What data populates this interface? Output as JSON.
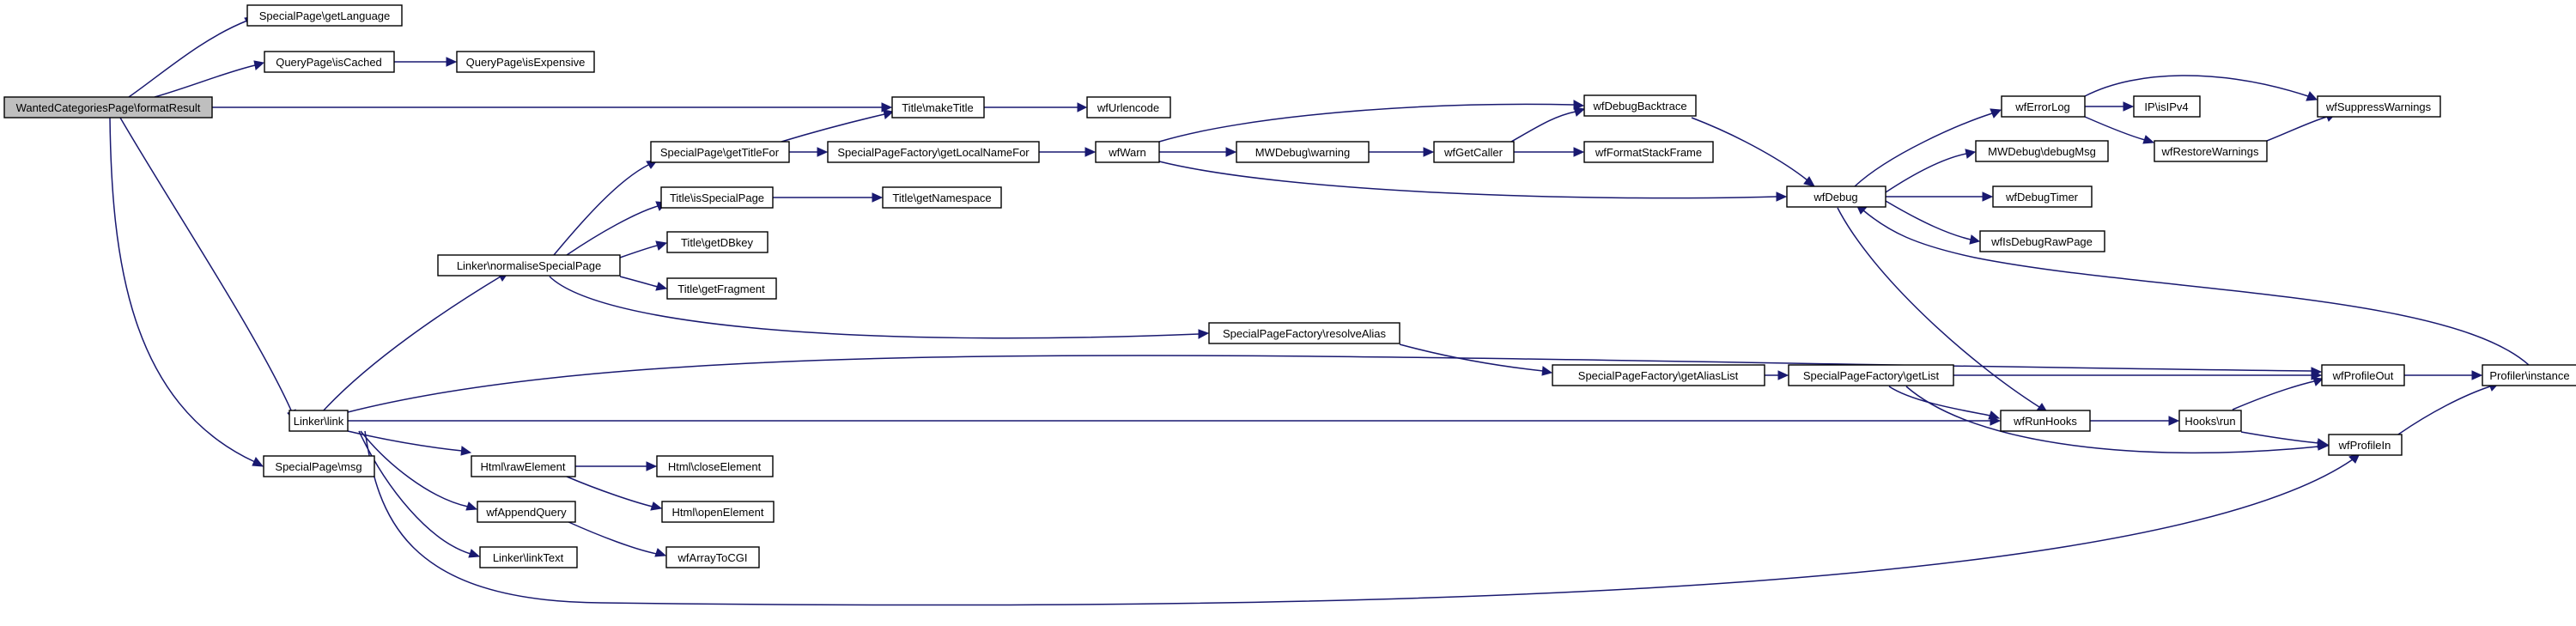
{
  "graph": {
    "colors": {
      "edge": "#191970",
      "node_border": "#000000",
      "node_fill": "#ffffff",
      "root_fill": "#bfbfbf"
    },
    "nodes": {
      "root": "WantedCategoriesPage\\formatResult",
      "sp_getLanguage": "SpecialPage\\getLanguage",
      "qp_isCached": "QueryPage\\isCached",
      "qp_isExpensive": "QueryPage\\isExpensive",
      "title_makeTitle": "Title\\makeTitle",
      "wfUrlencode": "wfUrlencode",
      "linker_link": "Linker\\link",
      "sp_msg": "SpecialPage\\msg",
      "linker_normalise": "Linker\\normaliseSpecialPage",
      "sp_getTitleFor": "SpecialPage\\getTitleFor",
      "title_isSpecialPage": "Title\\isSpecialPage",
      "title_getDBkey": "Title\\getDBkey",
      "title_getFragment": "Title\\getFragment",
      "spf_getLocalNameFor": "SpecialPageFactory\\getLocalNameFor",
      "title_getNamespace": "Title\\getNamespace",
      "wfWarn": "wfWarn",
      "mwdebug_warning": "MWDebug\\warning",
      "wfGetCaller": "wfGetCaller",
      "wfDebugBacktrace": "wfDebugBacktrace",
      "wfFormatStackFrame": "wfFormatStackFrame",
      "wfDebug": "wfDebug",
      "wfErrorLog": "wfErrorLog",
      "ip_isIPv4": "IP\\isIPv4",
      "wfSuppressWarnings": "wfSuppressWarnings",
      "wfRestoreWarnings": "wfRestoreWarnings",
      "mwdebug_debugMsg": "MWDebug\\debugMsg",
      "wfDebugTimer": "wfDebugTimer",
      "wfIsDebugRawPage": "wfIsDebugRawPage",
      "spf_resolveAlias": "SpecialPageFactory\\resolveAlias",
      "spf_getAliasList": "SpecialPageFactory\\getAliasList",
      "spf_getList": "SpecialPageFactory\\getList",
      "wfProfileOut": "wfProfileOut",
      "profiler_instance": "Profiler\\instance",
      "wfRunHooks": "wfRunHooks",
      "hooks_run": "Hooks\\run",
      "wfProfileIn": "wfProfileIn",
      "html_rawElement": "Html\\rawElement",
      "html_closeElement": "Html\\closeElement",
      "html_openElement": "Html\\openElement",
      "wfAppendQuery": "wfAppendQuery",
      "wfArrayToCGI": "wfArrayToCGI",
      "linker_linkText": "Linker\\linkText"
    }
  }
}
